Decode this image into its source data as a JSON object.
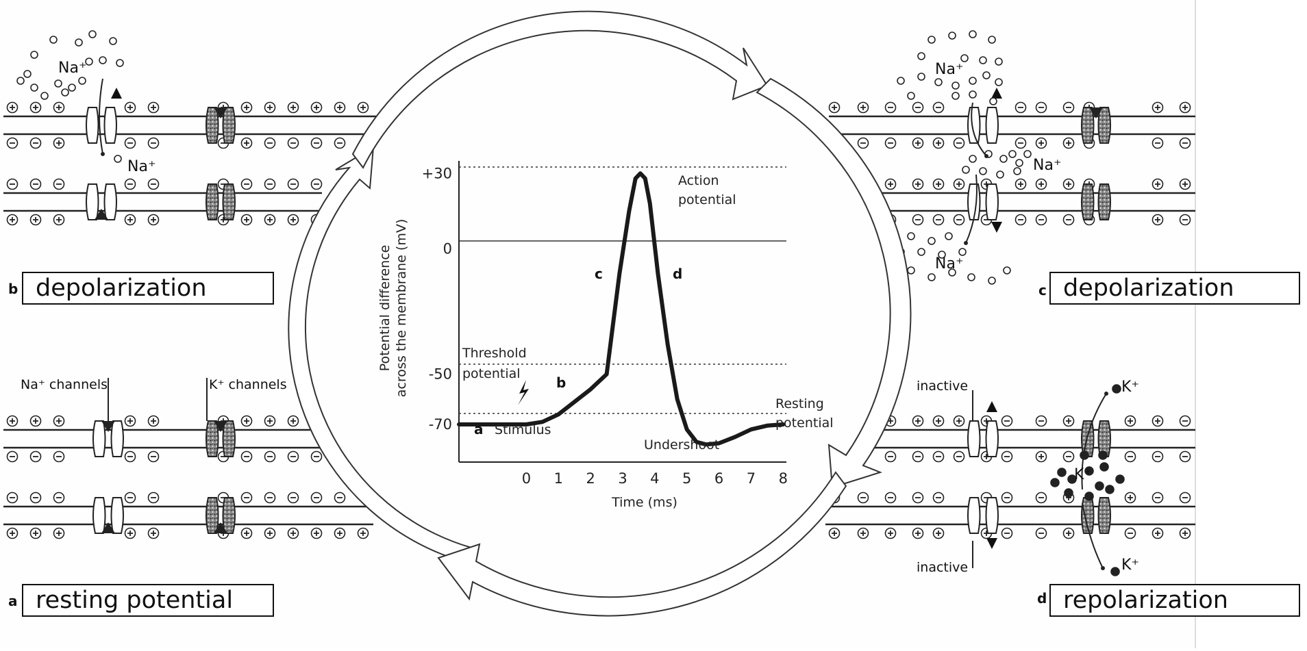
{
  "panels": {
    "a": {
      "letter": "a",
      "label": "resting potential",
      "na_channels": "Na⁺ channels",
      "k_channels": "K⁺ channels"
    },
    "b": {
      "letter": "b",
      "label": "depolarization",
      "ion_top": "Na⁺",
      "ion_bottom": "Na⁺"
    },
    "c": {
      "letter": "c",
      "label": "depolarization",
      "ion_top": "Na⁺",
      "ion_mid": "Na⁺",
      "ion_bottom": "Na⁺"
    },
    "d": {
      "letter": "d",
      "label": "repolarization",
      "inactive_top": "inactive",
      "inactive_bottom": "inactive",
      "ion_top": "K⁺",
      "ion_mid": "K⁺",
      "ion_bottom": "K⁺"
    }
  },
  "chart_data": {
    "type": "line",
    "ylabel_line1": "Potential difference",
    "ylabel_line2": "across the membrane (mV)",
    "xlabel": "Time (ms)",
    "x_ticks": [
      "0",
      "1",
      "2",
      "3",
      "4",
      "5",
      "6",
      "7",
      "8"
    ],
    "y_ticks": [
      "+30",
      "0",
      "-50",
      "-70"
    ],
    "ylim": [
      -85,
      35
    ],
    "xlim": [
      -2.1,
      8.1
    ],
    "reference_lines": [
      {
        "y": 30,
        "style": "dotted"
      },
      {
        "y": 0,
        "style": "solid"
      },
      {
        "y": -50,
        "style": "dotted"
      },
      {
        "y": -70,
        "style": "dotted"
      }
    ],
    "series": [
      {
        "x": [
          -2.1,
          0,
          0.5,
          1,
          1.5,
          2,
          2.5,
          2.9,
          3.2,
          3.4,
          3.55,
          3.7,
          3.85,
          4.1,
          4.4,
          4.7,
          5,
          5.3,
          5.6,
          6,
          6.5,
          7,
          7.5,
          8
        ],
        "y": [
          -70,
          -70,
          -69,
          -66,
          -61,
          -56,
          -50,
          -10,
          15,
          28,
          30,
          28,
          18,
          -10,
          -38,
          -60,
          -72,
          -77,
          -78,
          -77.5,
          -75,
          -72,
          -70.5,
          -70
        ]
      }
    ],
    "annotations": {
      "action_potential_1": "Action",
      "action_potential_2": "potential",
      "threshold_1": "Threshold",
      "threshold_2": "potential",
      "resting_1": "Resting",
      "resting_2": "potential",
      "undershoot": "Undershoot",
      "stimulus": "Stimulus",
      "phase_a": "a",
      "phase_b": "b",
      "phase_c": "c",
      "phase_d": "d"
    }
  }
}
